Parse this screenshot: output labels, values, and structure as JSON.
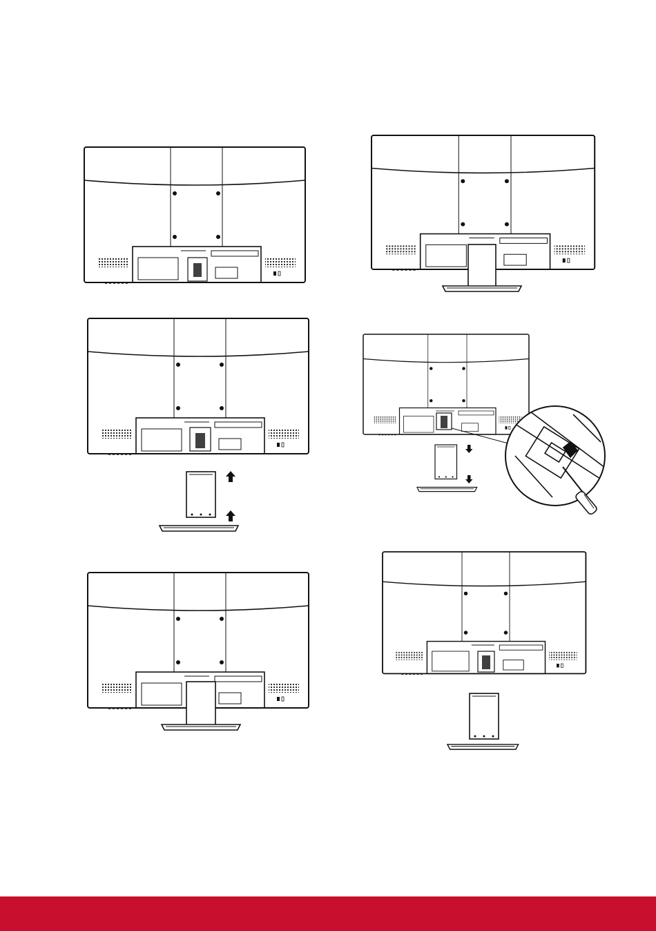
{
  "page": {
    "background": "#ffffff",
    "footer_color": "#c8102e"
  },
  "figures": [
    {
      "step": "monitor-back-no-stand",
      "parts": [
        "monitor"
      ]
    },
    {
      "step": "monitor-back-with-stand",
      "parts": [
        "monitor",
        "stand-neck",
        "stand-base"
      ]
    },
    {
      "step": "attach-neck-and-base",
      "parts": [
        "monitor",
        "stand-neck",
        "stand-base",
        "up-arrow",
        "up-arrow"
      ]
    },
    {
      "step": "detach-with-screwdriver",
      "parts": [
        "monitor",
        "stand-neck",
        "stand-base",
        "down-arrow",
        "down-arrow",
        "magnified-latch",
        "screwdriver"
      ]
    },
    {
      "step": "monitor-with-stand-attached",
      "parts": [
        "monitor",
        "stand-neck",
        "stand-base"
      ]
    },
    {
      "step": "monitor-with-stand-removed",
      "parts": [
        "monitor",
        "stand-neck",
        "stand-base"
      ]
    }
  ]
}
